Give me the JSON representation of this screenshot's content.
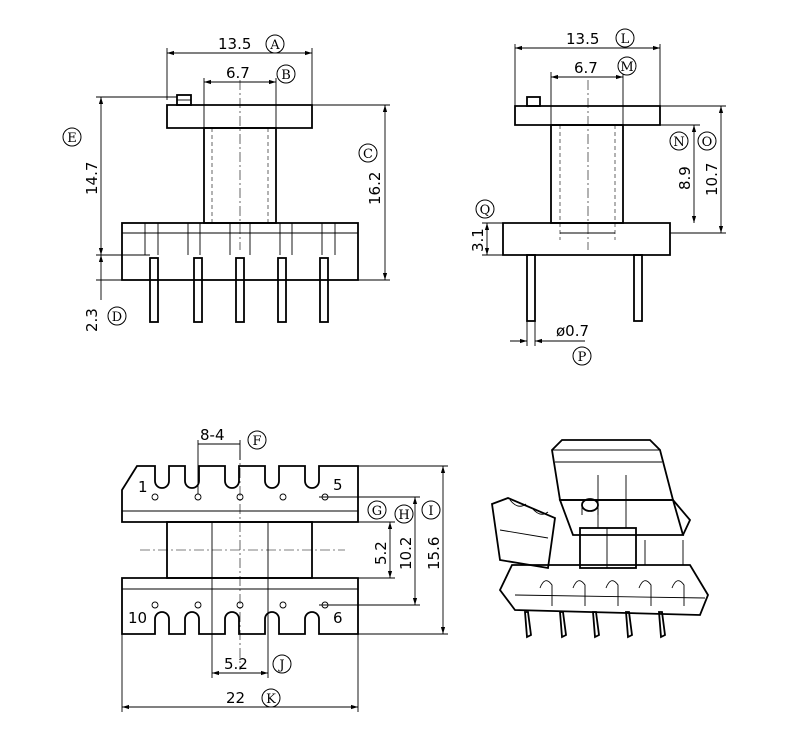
{
  "dimensions": {
    "A": {
      "letter": "A",
      "value": "13.5"
    },
    "B": {
      "letter": "B",
      "value": "6.7"
    },
    "C": {
      "letter": "C",
      "value": "16.2"
    },
    "D": {
      "letter": "D",
      "value": "2.3"
    },
    "E": {
      "letter": "E",
      "value": "14.7"
    },
    "F": {
      "letter": "F",
      "value": "8-4"
    },
    "G": {
      "letter": "G",
      "value": ""
    },
    "H": {
      "letter": "H",
      "value": "5.2"
    },
    "I": {
      "letter": "I",
      "value": "10.2"
    },
    "I2": {
      "letter": "",
      "value": "15.6"
    },
    "J": {
      "letter": "J",
      "value": "5.2"
    },
    "K": {
      "letter": "K",
      "value": "22"
    },
    "L": {
      "letter": "L",
      "value": "13.5"
    },
    "M": {
      "letter": "M",
      "value": "6.7"
    },
    "N": {
      "letter": "N",
      "value": "8.9"
    },
    "O": {
      "letter": "O",
      "value": "10.7"
    },
    "P": {
      "letter": "P",
      "value": "ø0.7"
    },
    "Q": {
      "letter": "Q",
      "value": "3.1"
    }
  },
  "pins": {
    "p1": "1",
    "p5": "5",
    "p10": "10",
    "p6": "6"
  }
}
